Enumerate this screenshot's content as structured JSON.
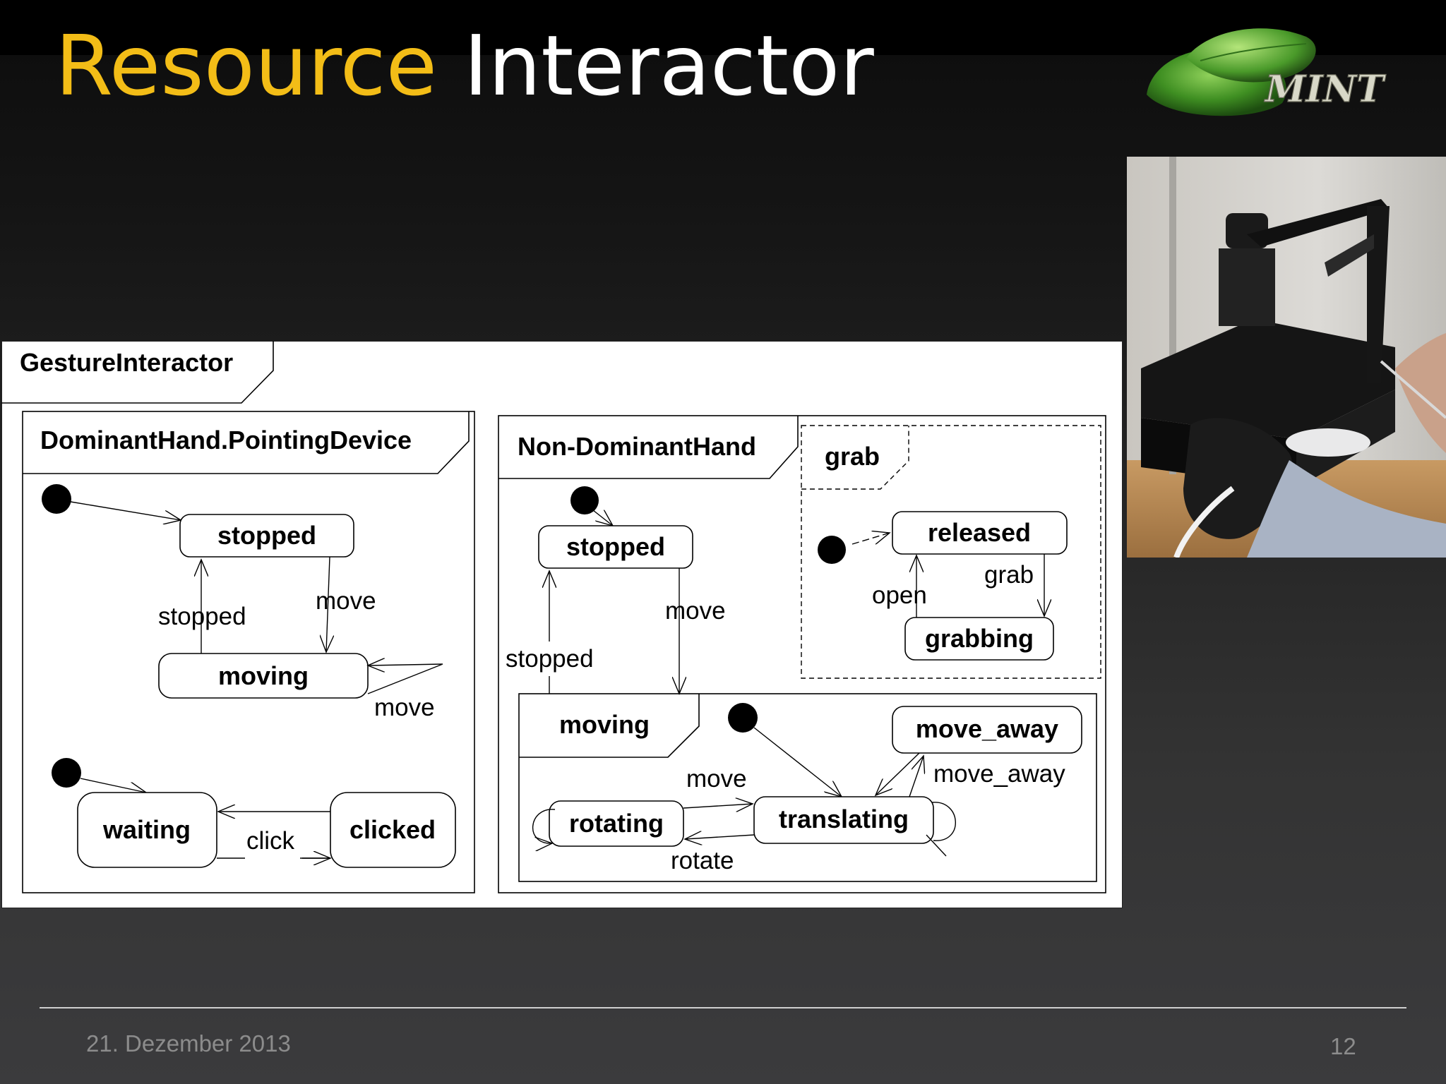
{
  "slide": {
    "title_accent": "Resource",
    "title_rest": "Interactor",
    "logo_text": "MINT",
    "date": "21. Dezember 2013",
    "page_number": "12"
  },
  "diagram": {
    "frame_title": "GestureInteractor",
    "left_region": {
      "title": "DominantHand.PointingDevice",
      "states": {
        "stopped": "stopped",
        "moving": "moving",
        "waiting": "waiting",
        "clicked": "clicked"
      },
      "transitions": {
        "stopped": "stopped",
        "move_down": "move",
        "move_self": "move",
        "click": "click"
      }
    },
    "right_region": {
      "title": "Non-DominantHand",
      "states": {
        "stopped": "stopped"
      },
      "transitions": {
        "move": "move",
        "stopped": "stopped"
      },
      "grab_region": {
        "title": "grab",
        "states": {
          "released": "released",
          "grabbing": "grabbing"
        },
        "transitions": {
          "grab": "grab",
          "open": "open"
        }
      },
      "moving_region": {
        "title": "moving",
        "states": {
          "rotating": "rotating",
          "translating": "translating",
          "move_away": "move_away"
        },
        "transitions": {
          "move": "move",
          "rotate": "rotate",
          "move_away": "move_away"
        }
      }
    }
  }
}
